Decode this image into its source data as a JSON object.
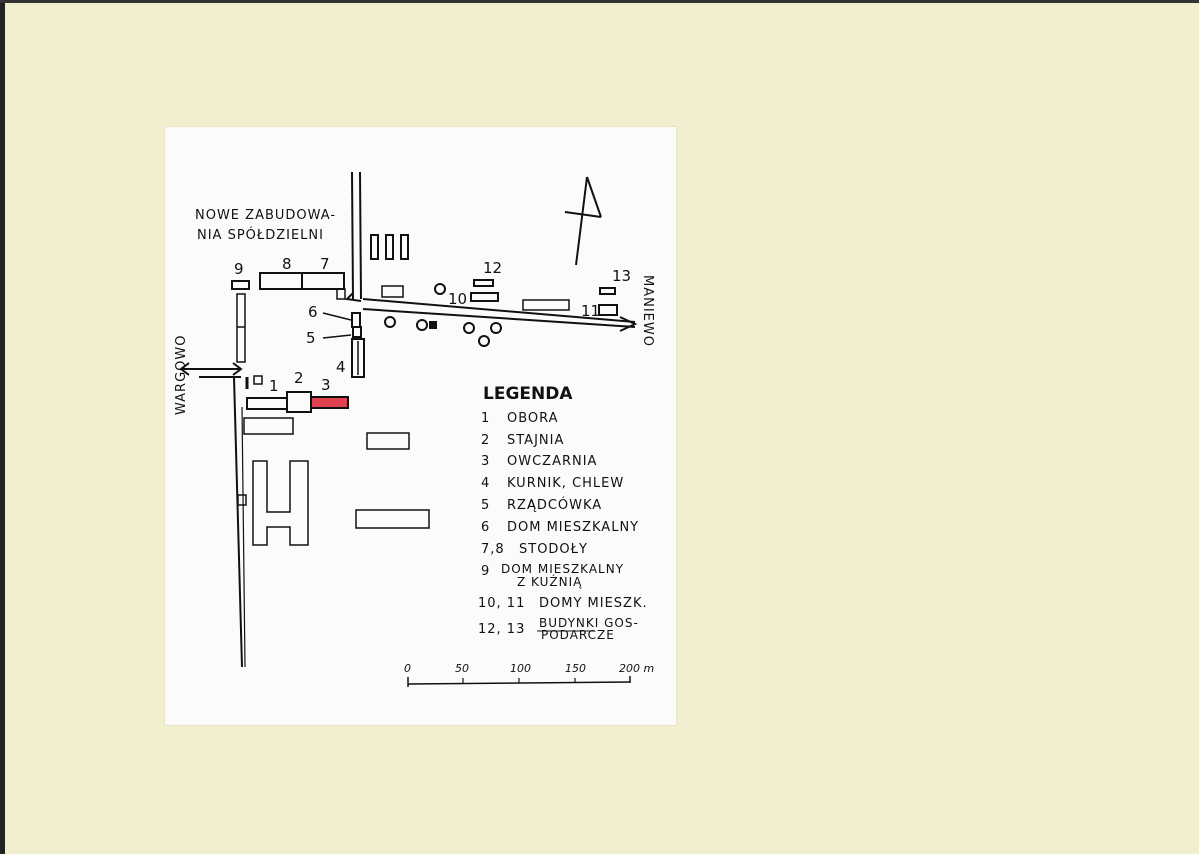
{
  "map": {
    "place_labels": {
      "new_buildings_line1": "NOWE ZABUDOWA-",
      "new_buildings_line2": "NIA SPÓŁDZIELNI",
      "west_road": "WARGOWO",
      "east_road": "MANIEWO"
    },
    "building_numbers": {
      "n1": "1",
      "n2": "2",
      "n3": "3",
      "n4": "4",
      "n5": "5",
      "n6": "6",
      "n7": "7",
      "n8": "8",
      "n9": "9",
      "n10": "10",
      "n11": "11",
      "n12": "12",
      "n13": "13"
    },
    "highlight_color": "#e0424f",
    "legend": {
      "title": "LEGENDA",
      "items": [
        {
          "num": "1",
          "text": "OBORA"
        },
        {
          "num": "2",
          "text": "STAJNIA"
        },
        {
          "num": "3",
          "text": "OWCZARNIA"
        },
        {
          "num": "4",
          "text": "KURNIK, CHLEW"
        },
        {
          "num": "5",
          "text": "RZĄDCÓWKA"
        },
        {
          "num": "6",
          "text": "DOM MIESZKALNY"
        },
        {
          "num": "7,8",
          "text": "STODOŁY"
        },
        {
          "num": "9",
          "text": "DOM MIESZKALNY",
          "text2": "Z KUŹNIĄ"
        },
        {
          "num": "10, 11",
          "text": "DOMY MIESZK."
        },
        {
          "num": "12, 13",
          "text": "BUDYNKI GOS-",
          "text2": "PODARCZE"
        }
      ]
    },
    "scale_bar": {
      "ticks": [
        "0",
        "50",
        "100",
        "150",
        "200 m"
      ]
    }
  }
}
